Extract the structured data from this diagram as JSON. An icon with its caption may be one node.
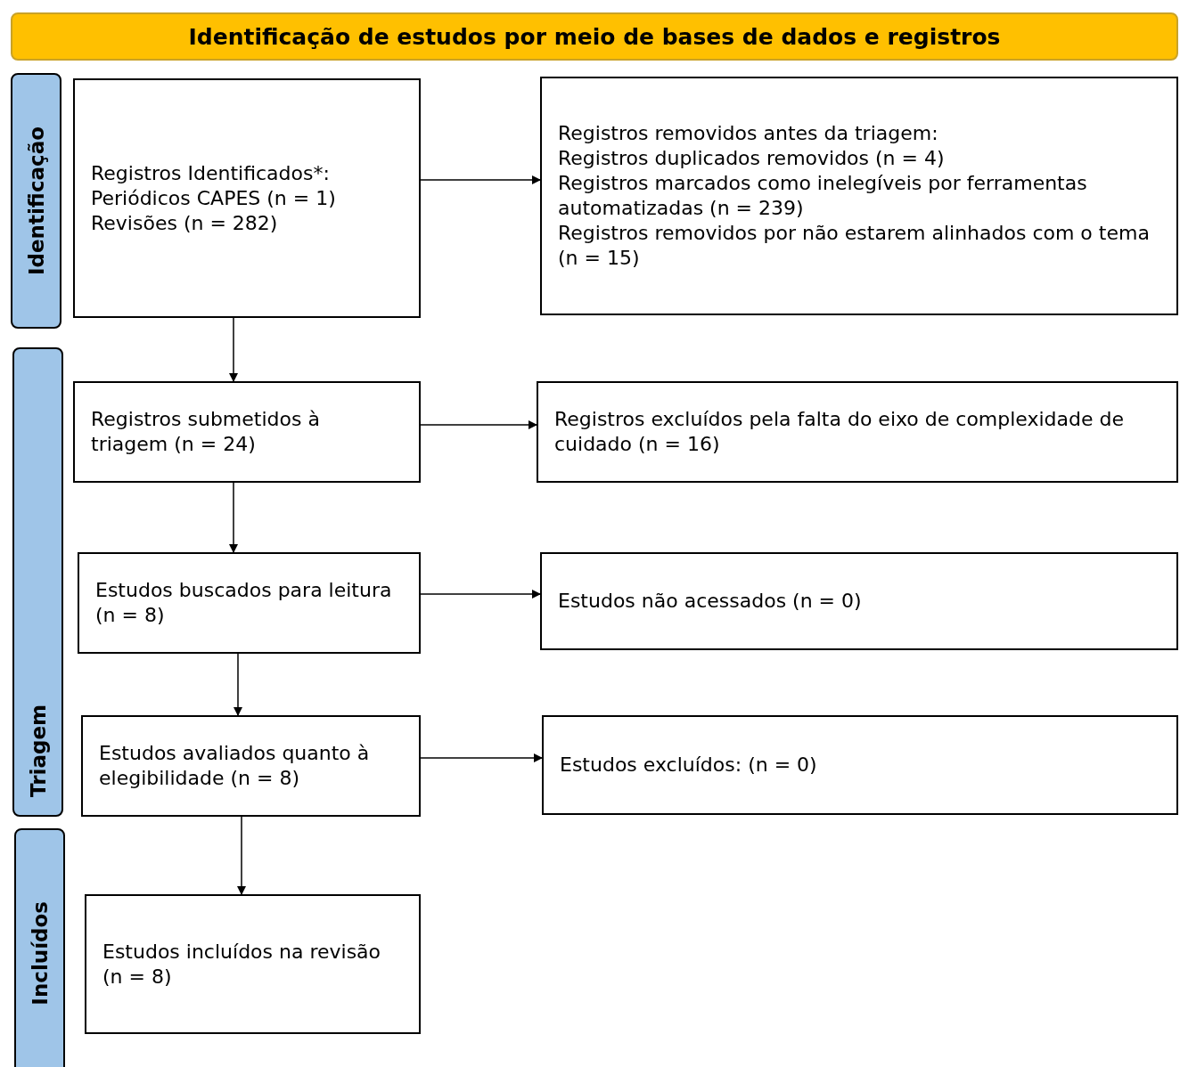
{
  "diagram": {
    "nodes": [
      {
        "text": [
          "Identificação de estudos por meio de bases de dados e registros"
        ]
      },
      {
        "text": [
          "Identificação"
        ]
      },
      {
        "text": [
          "Triagem"
        ]
      },
      {
        "text": [
          "Incluídos"
        ]
      },
      {
        "text": [
          "Registros Identificados*:",
          "Periódicos CAPES (n = 1)",
          "Revisões (n = 282)"
        ]
      },
      {
        "text": [
          "Registros removidos antes da triagem:",
          "Registros duplicados removidos (n = 4)",
          "Registros marcados como inelegíveis por ferramentas automatizadas (n = 239)",
          "Registros removidos por não estarem alinhados com o tema (n = 15)"
        ]
      },
      {
        "text": [
          "Registros submetidos à triagem (n = 24)"
        ]
      },
      {
        "text": [
          "Registros excluídos pela falta do eixo de complexidade de cuidado (n = 16)"
        ]
      },
      {
        "text": [
          "Estudos buscados para leitura (n = 8)"
        ]
      },
      {
        "text": [
          "Estudos não acessados (n = 0)"
        ]
      },
      {
        "text": [
          "Estudos avaliados quanto à elegibilidade (n = 8)"
        ]
      },
      {
        "text": [
          "Estudos excluídos: (n = 0)"
        ]
      },
      {
        "text": [
          "Estudos incluídos na revisão (n = 8)"
        ]
      }
    ],
    "edges": [
      {
        "from": 4,
        "to": 5,
        "arrow": "to"
      },
      {
        "from": 4,
        "to": 6,
        "arrow": "to"
      },
      {
        "from": 6,
        "to": 7,
        "arrow": "to"
      },
      {
        "from": 6,
        "to": 8,
        "arrow": "to"
      },
      {
        "from": 8,
        "to": 9,
        "arrow": "to"
      },
      {
        "from": 8,
        "to": 10,
        "arrow": "to"
      },
      {
        "from": 10,
        "to": 11,
        "arrow": "to"
      },
      {
        "from": 10,
        "to": 12,
        "arrow": "to"
      }
    ]
  }
}
